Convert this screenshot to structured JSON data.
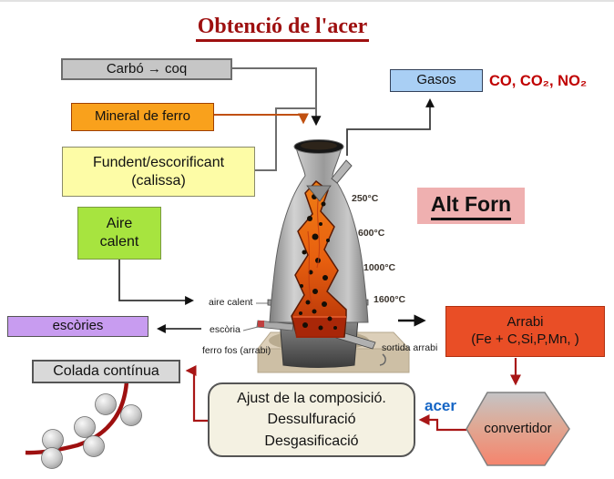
{
  "title": "Obtenció de l'acer",
  "diagram": {
    "inputs": {
      "carbo": "Carbó → coq",
      "mineral": "Mineral de ferro",
      "fundent_line1": "Fundent/escorificant",
      "fundent_line2": "(calissa)",
      "aire_line1": "Aire",
      "aire_line2": "calent"
    },
    "outputs": {
      "gasos": "Gasos",
      "gases_formula": "CO, CO₂, NO₂",
      "escories": "escòries",
      "arrabi_line1": "Arrabi",
      "arrabi_line2": "(Fe + C,Si,P,Mn, )",
      "acer": "acer"
    },
    "furnace": {
      "name": "Alt Forn",
      "temps": [
        "250°C",
        "600°C",
        "1000°C",
        "1600°C"
      ],
      "labels": {
        "aire_calent": "aire calent",
        "escoria": "escòria",
        "ferro_fos": "ferro fos (arrabi)",
        "sortida_arrabi": "sortida arrabi"
      }
    },
    "process": {
      "colada": "Colada contínua",
      "ajust_line1": "Ajust de la composició.",
      "ajust_line2": "Dessulfuració",
      "ajust_line3": "Desgasificació",
      "convertidor": "convertidor"
    },
    "colors": {
      "title_red": "#9E1010",
      "carbo_bg": "#C6C6C6",
      "mineral_bg": "#F9A11C",
      "fundent_bg": "#FDFCA6",
      "aire_bg": "#A7E43F",
      "escories_bg": "#C89CF0",
      "colada_bg": "#D9D9D9",
      "gasos_bg": "#A9CFF4",
      "altforn_bg": "#EFB0B0",
      "arrabi_bg": "#E94E26",
      "ajust_bg": "#F4F1E2",
      "formula_red": "#C00000",
      "acer_blue": "#1565C5",
      "arrow_red": "#A81616",
      "lava_orange": "#E8600F"
    }
  }
}
